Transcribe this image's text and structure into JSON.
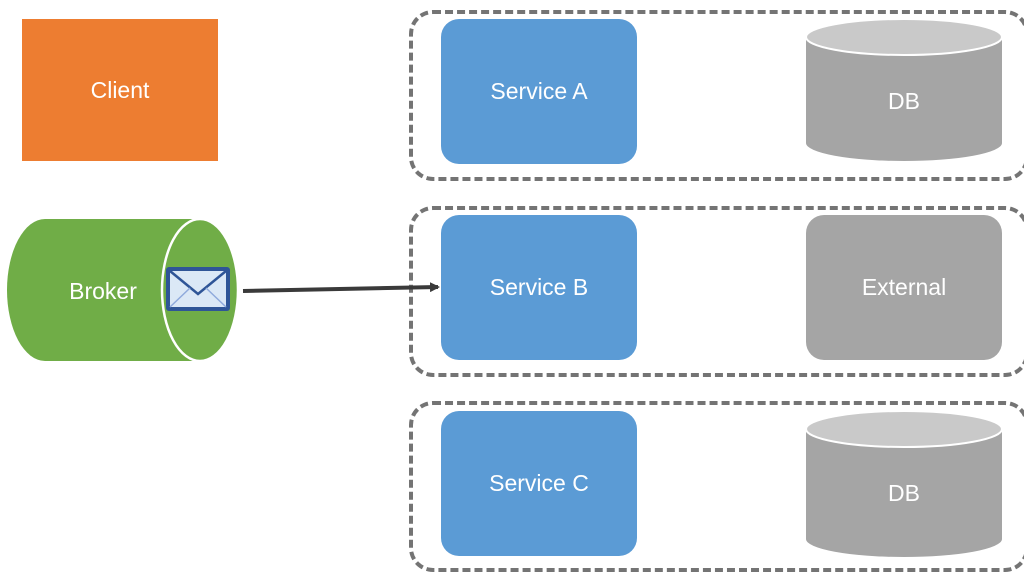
{
  "client": {
    "label": "Client"
  },
  "broker": {
    "label": "Broker"
  },
  "services": [
    {
      "label": "Service A"
    },
    {
      "label": "Service B"
    },
    {
      "label": "Service C"
    }
  ],
  "stores": [
    {
      "label": "DB",
      "kind": "database"
    },
    {
      "label": "External",
      "kind": "external-system"
    },
    {
      "label": "DB",
      "kind": "database"
    }
  ],
  "colors": {
    "client": "#ed7d31",
    "broker": "#70ad47",
    "service": "#5b9bd5",
    "store": "#a5a5a5",
    "store_top": "#c9c9c9",
    "group_border": "#747474",
    "arrow": "#3a3a3a"
  }
}
